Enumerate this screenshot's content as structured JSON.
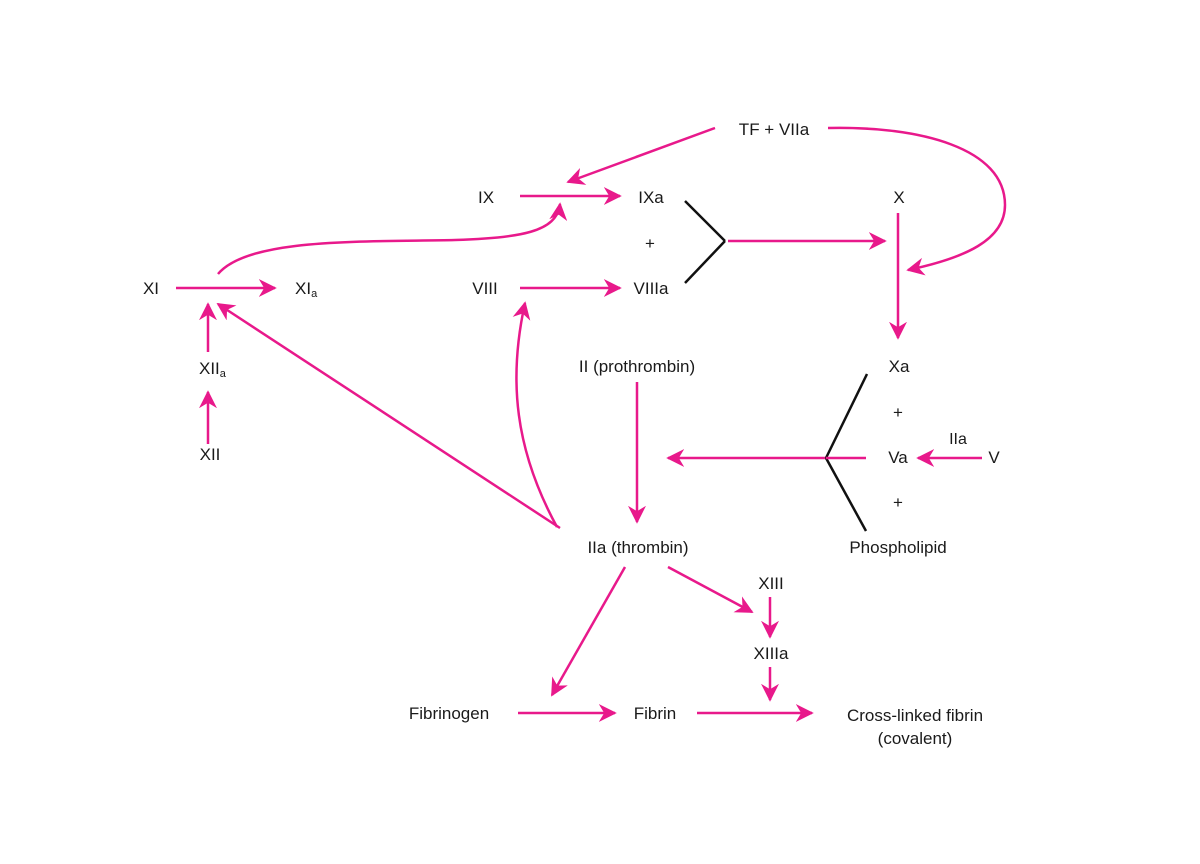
{
  "diagram": {
    "colors": {
      "arrow": "#e8198b",
      "junction": "#111111",
      "text": "#1a1a1a"
    },
    "nodes": {
      "tf_viia": "TF + VIIa",
      "ix": "IX",
      "ixa": "IXa",
      "plus_ixa_viiia": "+",
      "x": "X",
      "xi": "XI",
      "xia": "XI",
      "xia_sub": "a",
      "viii": "VIII",
      "viiia": "VIIIa",
      "xiia": "XII",
      "xiia_sub": "a",
      "xii": "XII",
      "ii": "II (prothrombin)",
      "xa": "Xa",
      "plus_xa_va": "+",
      "iia_small": "IIa",
      "va": "Va",
      "v": "V",
      "plus_va_pl": "+",
      "phospholipid": "Phospholipid",
      "iia": "IIa (thrombin)",
      "xiii": "XIII",
      "xiiia": "XIIIa",
      "fibrinogen": "Fibrinogen",
      "fibrin": "Fibrin",
      "crosslinked_line1": "Cross-linked fibrin",
      "crosslinked_line2": "(covalent)"
    }
  }
}
